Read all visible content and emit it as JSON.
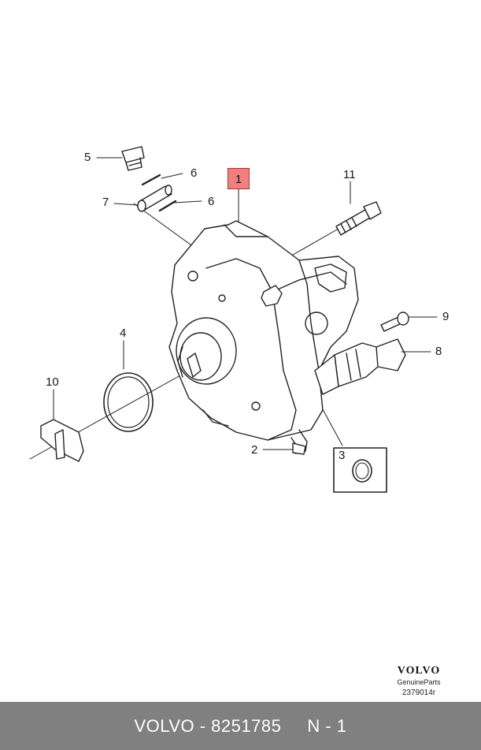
{
  "callouts": {
    "c1": "1",
    "c2": "2",
    "c3": "3",
    "c4": "4",
    "c5": "5",
    "c6a": "6",
    "c6b": "6",
    "c7": "7",
    "c8": "8",
    "c9": "9",
    "c10": "10",
    "c11": "11"
  },
  "brand": {
    "name": "VOLVO",
    "subtitle": "GenuineParts",
    "code": "2379014r"
  },
  "footer": {
    "text": "VOLVO - 8251785     N - 1"
  },
  "colors": {
    "highlight_fill": "#f08080",
    "footer_bg": "#808080",
    "line": "#222222"
  }
}
